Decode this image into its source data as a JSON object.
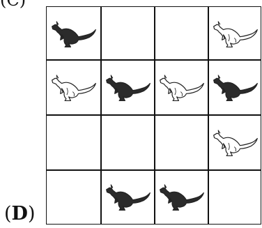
{
  "header": {
    "partial_label": "(C)"
  },
  "option": {
    "label_open": "(",
    "letter": "D",
    "label_close": ")"
  },
  "grid": {
    "rows": 4,
    "cols": 4,
    "cells": [
      [
        "dark-kangaroo",
        "empty",
        "empty",
        "white-kangaroo"
      ],
      [
        "white-kangaroo",
        "dark-kangaroo",
        "white-kangaroo",
        "dark-kangaroo"
      ],
      [
        "empty",
        "empty",
        "empty",
        "white-kangaroo"
      ],
      [
        "empty",
        "dark-kangaroo",
        "dark-kangaroo",
        "empty"
      ]
    ]
  },
  "colors": {
    "dark": "#2b2b2b",
    "white": "#ffffff",
    "outline": "#222222"
  }
}
